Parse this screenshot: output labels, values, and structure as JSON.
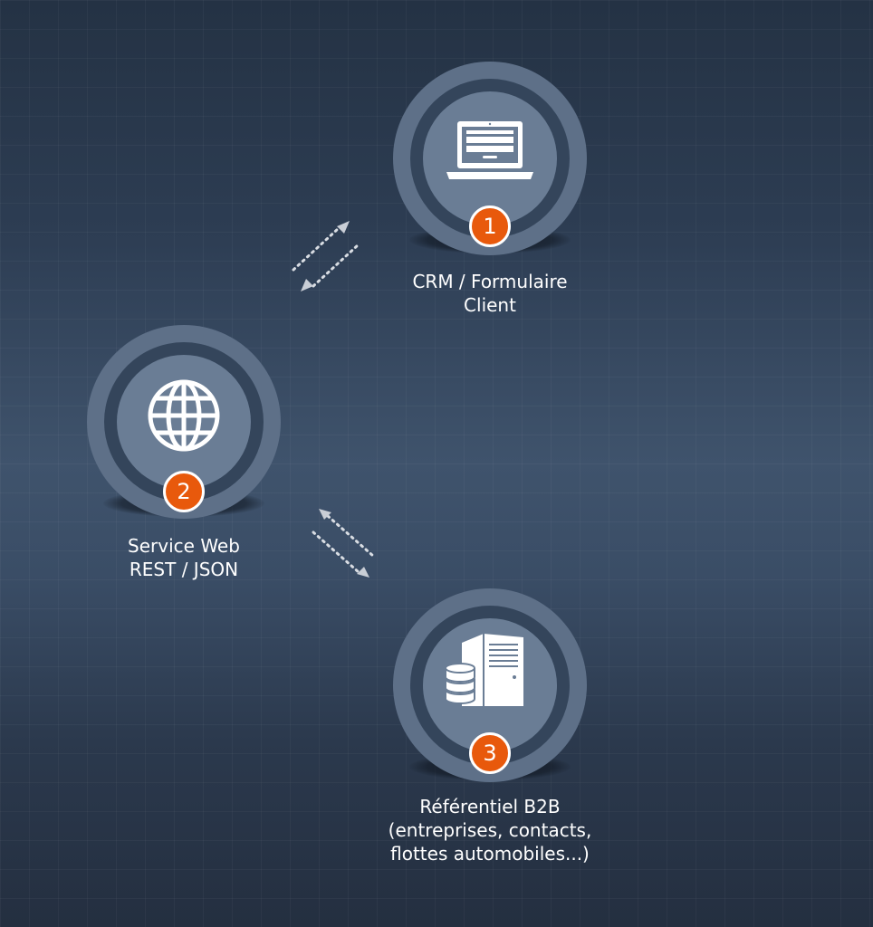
{
  "nodes": [
    {
      "id": "crm",
      "badge": "1",
      "icon": "laptop-icon",
      "label_lines": [
        "CRM / Formulaire",
        "Client"
      ]
    },
    {
      "id": "web-service",
      "badge": "2",
      "icon": "globe-icon",
      "label_lines": [
        "Service Web",
        "REST / JSON"
      ]
    },
    {
      "id": "referentiel",
      "badge": "3",
      "icon": "server-database-icon",
      "label_lines": [
        "Référentiel B2B",
        "(entreprises, contacts,",
        "flottes automobiles...)"
      ]
    }
  ],
  "connections": [
    {
      "from": "web-service",
      "to": "crm",
      "direction": "bidirectional"
    },
    {
      "from": "web-service",
      "to": "referentiel",
      "direction": "bidirectional"
    }
  ],
  "colors": {
    "badge": "#e8590c",
    "ring": "#5e7088",
    "inner": "#6a7d95",
    "icon": "#ffffff"
  }
}
